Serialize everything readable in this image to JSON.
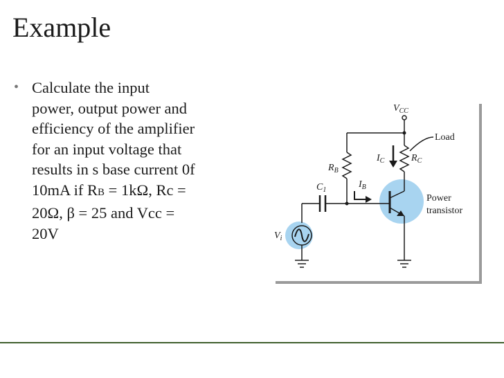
{
  "slide": {
    "title": "Example",
    "bullet": {
      "line1": "Calculate the input",
      "line2": "power, output power and",
      "line3": "efficiency of the amplifier",
      "line4": "for an input voltage that",
      "line5": "results in s base current 0f",
      "line6_pre": "10mA if R",
      "line6_sub": "B",
      "line6_post": " = 1kΩ, Rc =",
      "line7": "20Ω, β = 25 and Vcc =",
      "line8": "20V"
    }
  },
  "figure": {
    "labels": {
      "vcc": "V",
      "vcc_sub": "CC",
      "load": "Load",
      "rb": "R",
      "rb_sub": "B",
      "ic": "I",
      "ic_sub": "C",
      "rc": "R",
      "rc_sub": "C",
      "c1": "C",
      "c1_sub": "1",
      "ib": "I",
      "ib_sub": "B",
      "power": "Power",
      "transistor": "transistor",
      "vi": "V",
      "vi_sub": "i"
    },
    "colors": {
      "highlight": "#a8d4f0",
      "wire": "#1a1a1a",
      "frame_shadow": "#9a9a9a",
      "footer_line": "#3f5e2c"
    }
  }
}
